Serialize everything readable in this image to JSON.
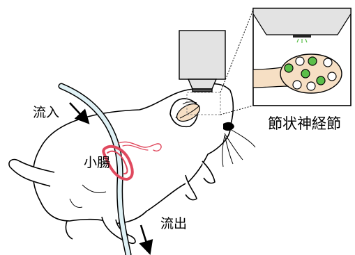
{
  "labels": {
    "inflow": "流入",
    "small_intestine": "小腸",
    "outflow": "流出",
    "nodose_ganglion": "節状神経節"
  },
  "colors": {
    "intestine": "#e0495e",
    "neuron_active": "#5bbf4a",
    "nerve_fill": "#f6dfc4",
    "line": "#000000"
  },
  "inset": {
    "neurons": [
      "active",
      "inactive",
      "active",
      "inactive",
      "active",
      "inactive",
      "inactive",
      "inactive",
      "active"
    ]
  }
}
